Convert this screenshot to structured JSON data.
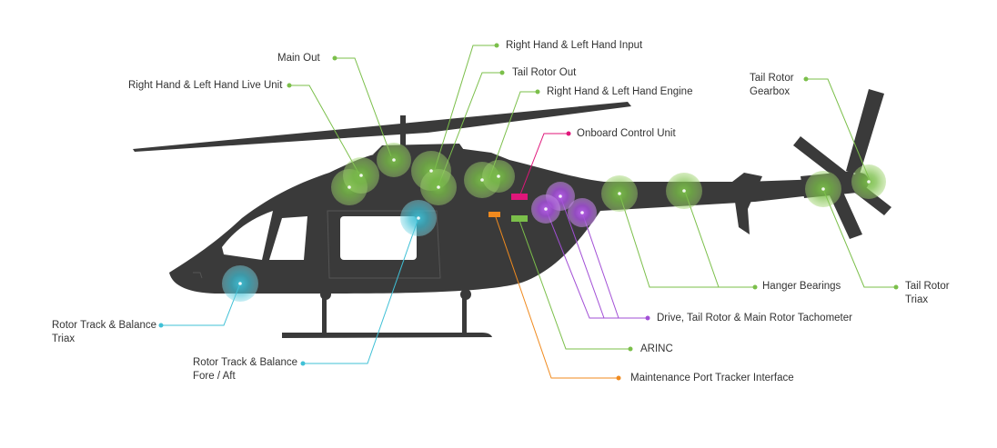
{
  "colors": {
    "body": "#3a3a3a",
    "green": "#7bbf4a",
    "cyan": "#3fc0d6",
    "purple": "#a24fd6",
    "magenta": "#e0167a",
    "orange": "#f08a1e",
    "text": "#333333"
  },
  "labels": {
    "main_out": "Main Out",
    "rh_lh_live_unit": "Right Hand & Left Hand Live Unit",
    "rh_lh_input": "Right Hand & Left Hand Input",
    "tail_rotor_out": "Tail Rotor Out",
    "rh_lh_engine": "Right Hand & Left Hand Engine",
    "onboard_control_unit": "Onboard Control Unit",
    "tail_rotor_gearbox_1": "Tail Rotor",
    "tail_rotor_gearbox_2": "Gearbox",
    "hanger_bearings": "Hanger Bearings",
    "tail_rotor_triax_1": "Tail Rotor",
    "tail_rotor_triax_2": "Triax",
    "tachometer": "Drive, Tail Rotor & Main Rotor Tachometer",
    "arinc": "ARINC",
    "maintenance_port": "Maintenance Port Tracker Interface",
    "rtb_triax_1": "Rotor Track & Balance",
    "rtb_triax_2": "Triax",
    "rtb_fore_aft_1": "Rotor Track & Balance",
    "rtb_fore_aft_2": "Fore / Aft"
  }
}
